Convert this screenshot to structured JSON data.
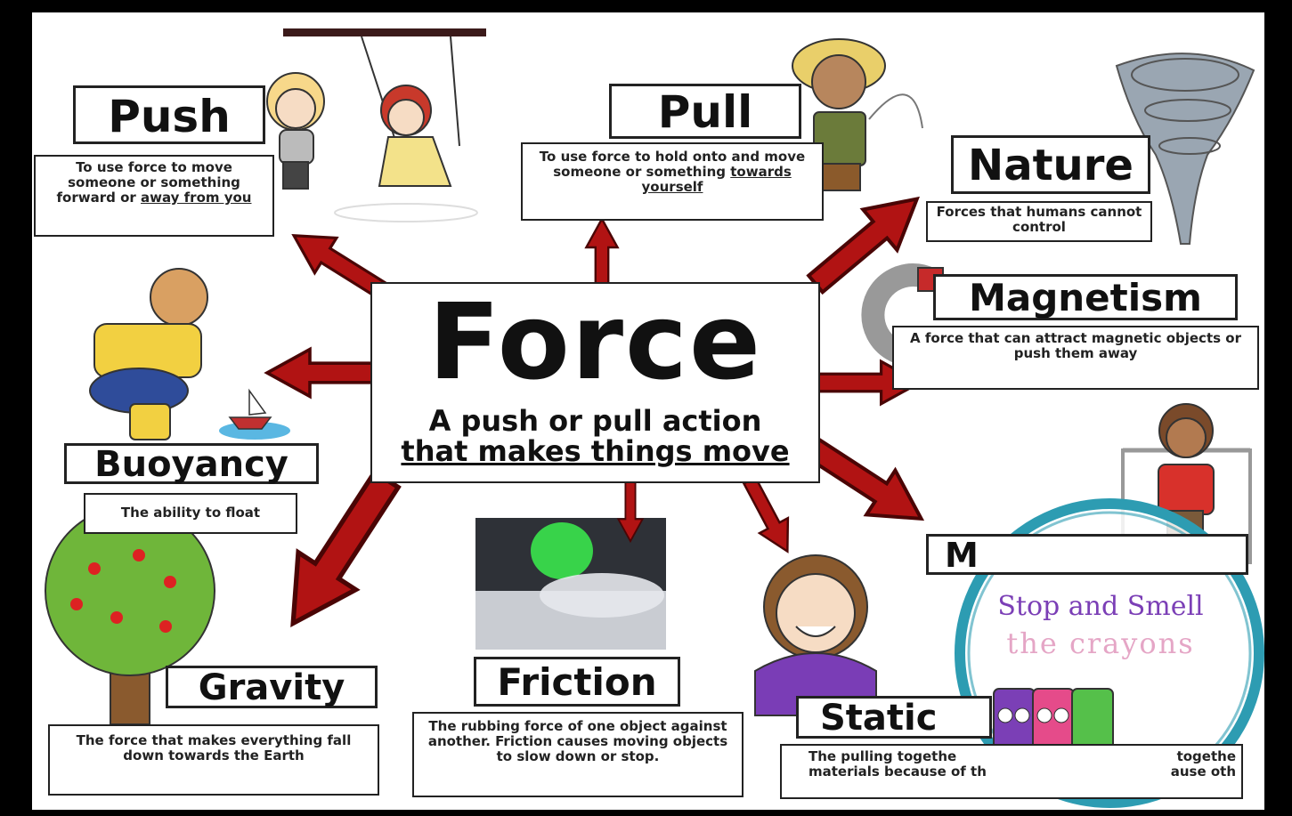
{
  "center": {
    "title": "Force",
    "subtitle_line1": "A push or pull action",
    "subtitle_line2": "that makes things move"
  },
  "push": {
    "title": "Push",
    "desc_part1": "To use force to move someone or something forward or ",
    "desc_underlined": "away from you"
  },
  "pull": {
    "title": "Pull",
    "desc_part1": "To use force to hold onto and move someone or something ",
    "desc_underlined": "towards yourself"
  },
  "nature": {
    "title": "Nature",
    "desc": "Forces that humans cannot control"
  },
  "magnetism": {
    "title": "Magnetism",
    "desc": "A force that can attract magnetic objects or push them away"
  },
  "buoyancy": {
    "title": "Buoyancy",
    "desc": "The ability to float"
  },
  "gravity": {
    "title": "Gravity",
    "desc": "The force that makes everything fall down towards the Earth"
  },
  "friction": {
    "title": "Friction",
    "desc": "The rubbing force of one object against another. Friction causes moving objects to slow down or stop."
  },
  "static": {
    "title": "Static",
    "desc_left": "The pulling togethe",
    "desc_left2": "materials because of th",
    "desc_right": "togethe",
    "desc_right2": "ause oth"
  },
  "muscle": {
    "title_partial": "M"
  },
  "watermark": {
    "line1": "Stop and Smell",
    "line2": "the crayons"
  },
  "colors": {
    "arrow": "#b11313",
    "arrow_stroke": "#4a0505",
    "border": "#222222"
  }
}
